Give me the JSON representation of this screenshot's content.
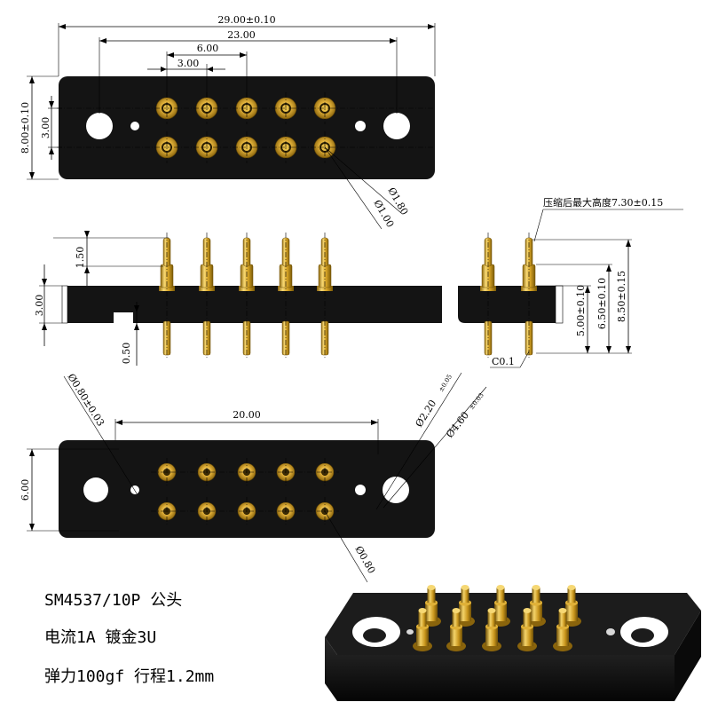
{
  "dimensions": {
    "top": {
      "width_total": "29.00±0.10",
      "hole_span": "23.00",
      "pitch_2": "6.00",
      "pitch_1": "3.00",
      "height": "8.00±0.10",
      "row_gap": "3.00",
      "pad_dia": "Ø1.80",
      "pin_dia": "Ø1.00"
    },
    "side": {
      "tip_len": "1.50",
      "body_h": "3.00",
      "tail": "0.50",
      "max_height": "压缩后最大高度7.30±0.15",
      "h_500": "5.00±0.10",
      "h_650": "6.50±0.10",
      "h_850": "8.50±0.15",
      "chamfer": "C0.1"
    },
    "bottom": {
      "small_hole": "Ø0.80±0.03",
      "span": "20.00",
      "hole_dia_a": "Ø2.20",
      "hole_tol_a": "±0.05",
      "hole_dia_b": "Ø4.60",
      "hole_tol_b": "±0.03",
      "height": "6.00",
      "pin_dia": "Ø0.80"
    }
  },
  "specs": {
    "model": "SM4537/10P 公头",
    "current": "电流1A 镀金3U",
    "force": "弹力100gf 行程1.2mm"
  },
  "colors": {
    "body": "#141414",
    "gold": "#d6a21e",
    "gold_dark": "#7a5a08",
    "gold_light": "#f4d36a"
  }
}
